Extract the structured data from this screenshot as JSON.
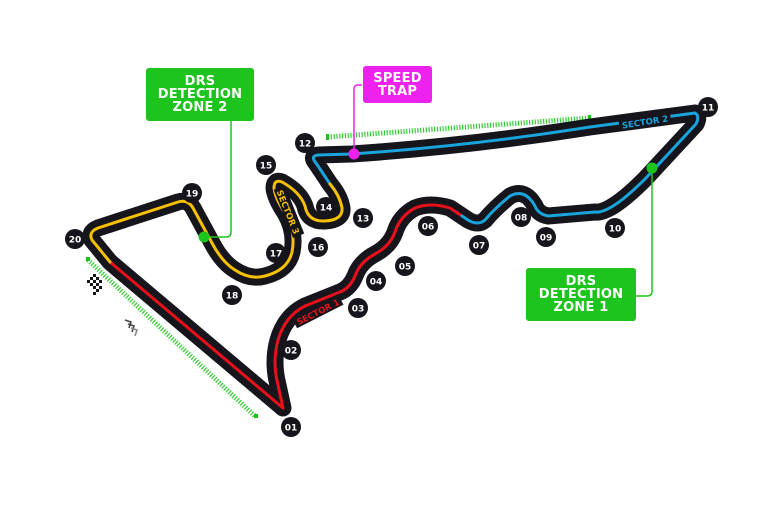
{
  "colors": {
    "track": "#16151c",
    "sector1": "#e8101a",
    "sector2": "#1aa4dc",
    "sector3": "#f5c000",
    "drs": "#1ec41e",
    "speed_trap": "#ee22ee",
    "drs_zone_line": "#33cc33"
  },
  "callouts": {
    "drs_zone_2": {
      "line1": "DRS",
      "line2": "DETECTION",
      "line3": "ZONE 2"
    },
    "drs_zone_1": {
      "line1": "DRS",
      "line2": "DETECTION",
      "line3": "ZONE 1"
    },
    "speed_trap": {
      "line1": "SPEED",
      "line2": "TRAP"
    }
  },
  "sectors": {
    "s1": "SECTOR 1",
    "s2": "SECTOR 2",
    "s3": "SECTOR 3"
  },
  "turns": [
    "01",
    "02",
    "03",
    "04",
    "05",
    "06",
    "07",
    "08",
    "09",
    "10",
    "11",
    "12",
    "13",
    "14",
    "15",
    "16",
    "17",
    "18",
    "19",
    "20"
  ],
  "icons": {
    "start_finish": "chequered-flag-icon",
    "direction": "direction-chevrons-icon"
  }
}
